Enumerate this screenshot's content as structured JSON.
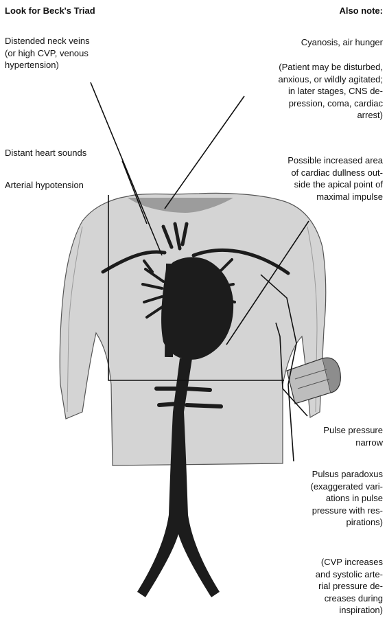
{
  "headings": {
    "left": "Look for Beck's Triad",
    "right": "Also note:"
  },
  "left_labels": {
    "neck_veins": "Distended neck veins\n(or high CVP, venous\nhypertension)",
    "heart_sounds": "Distant heart sounds",
    "hypotension": "Arterial hypotension"
  },
  "right_labels": {
    "cyanosis": "Cyanosis, air hunger",
    "patient_state": "(Patient may be disturbed,\nanxious, or wildly agitated;\nin later stages, CNS de-\npression, coma, cardiac\narrest)",
    "dullness": "Possible increased area\nof cardiac dullness out-\nside the apical point of\nmaximal impulse",
    "pulse_pressure": "Pulse pressure\nnarrow",
    "pulsus": "Pulsus paradoxus\n(exaggerated vari-\nations in pulse\npressure with res-\npirations)",
    "cvp_note": "(CVP increases\nand systolic arte-\nrial pressure de-\ncreases during\ninspiration)"
  },
  "colors": {
    "skin": "#d4d4d4",
    "heart": "#1c1c1c",
    "line": "#111111",
    "text": "#111111"
  }
}
